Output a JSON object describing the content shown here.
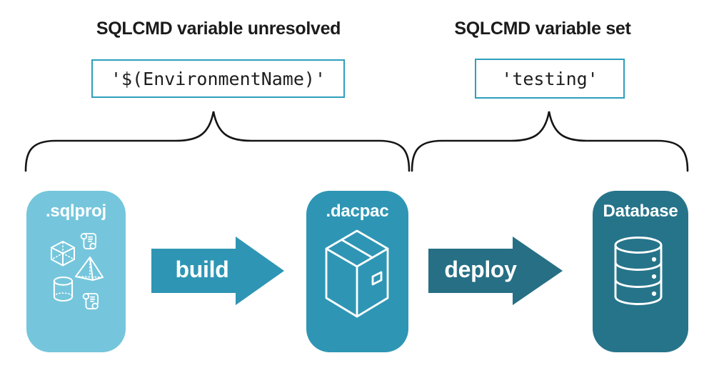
{
  "diagram": {
    "left_group": {
      "heading": "SQLCMD variable unresolved",
      "code": "'$(EnvironmentName)'"
    },
    "right_group": {
      "heading": "SQLCMD variable set",
      "code": "'testing'"
    },
    "stages": [
      {
        "id": "sqlproj",
        "label": ".sqlproj",
        "icon": "sql-objects-icons (scroll, cube, pyramid, cylinder, scroll)"
      },
      {
        "id": "dacpac",
        "label": ".dacpac",
        "icon": "package-box-icon"
      },
      {
        "id": "database",
        "label": "Database",
        "icon": "database-cylinder-icon"
      }
    ],
    "arrows": [
      {
        "id": "build",
        "label": "build"
      },
      {
        "id": "deploy",
        "label": "deploy"
      }
    ],
    "colors": {
      "sqlproj_card": "#75c6dc",
      "dacpac_card": "#2e96b4",
      "database_card": "#26748a",
      "build_arrow": "#2e96b4",
      "deploy_arrow": "#266f85",
      "code_box_border": "#2d9fbd",
      "icon_stroke": "#ffffff",
      "text": "#1b1b1b",
      "brace": "#151515"
    }
  }
}
